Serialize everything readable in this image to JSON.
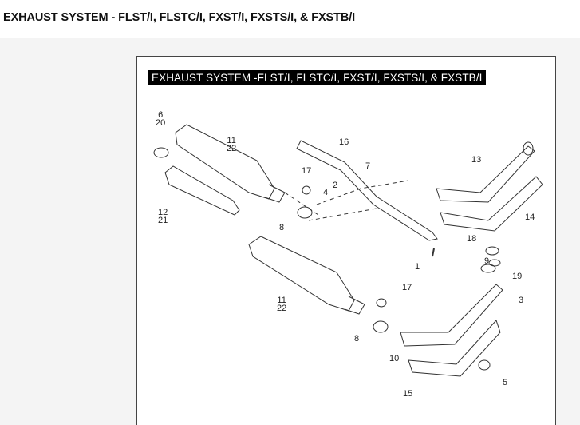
{
  "page_title": "EXHAUST SYSTEM - FLST/I, FLSTC/I, FXST/I, FXSTS/I, & FXSTB/I",
  "diagram": {
    "title": "EXHAUST SYSTEM  -FLST/I, FLSTC/I, FXST/I, FXSTS/I, & FXSTB/I",
    "callouts": [
      "6\n20",
      "11\n22",
      "16",
      "17",
      "7",
      "2",
      "4",
      "13",
      "14",
      "12\n21",
      "8",
      "18",
      "9",
      "19",
      "1",
      "3",
      "17",
      "11\n22",
      "8",
      "10",
      "5",
      "15"
    ]
  }
}
